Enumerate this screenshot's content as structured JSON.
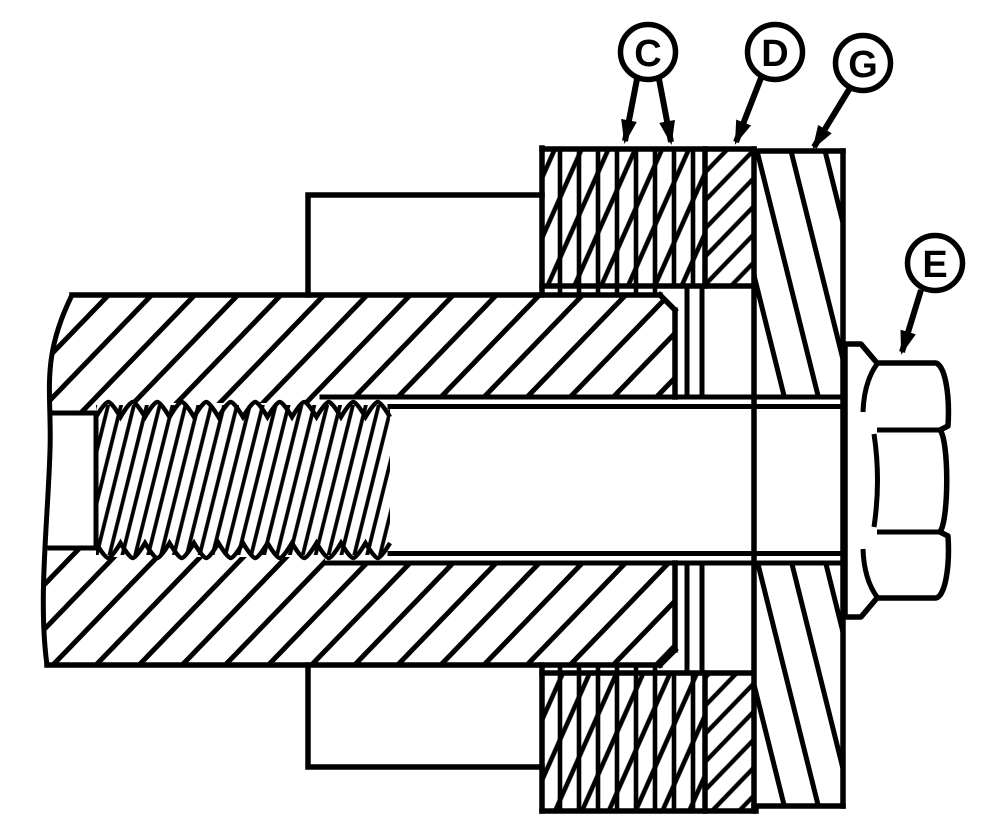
{
  "figure": {
    "type": "technical-cross-section",
    "description": "Sectional view of a bolted joint: disc washer stack and retainer plates clamped to a shaft by a flanged hex bolt",
    "background_color": "#ffffff",
    "line_color": "#000000"
  },
  "callouts": [
    {
      "label": "C",
      "points_to": "washer-stack"
    },
    {
      "label": "D",
      "points_to": "retainer-plate"
    },
    {
      "label": "G",
      "points_to": "flange-block"
    },
    {
      "label": "E",
      "points_to": "hex-bolt-head"
    }
  ],
  "parts": {
    "c_part": "washer-stack",
    "d_part": "retainer-plate",
    "g_part": "flange-block",
    "e_part": "flanged-hex-bolt",
    "body": "shaft-body-with-threaded-bore",
    "shank": "bolt-shank",
    "threads": "threaded-engagement"
  }
}
